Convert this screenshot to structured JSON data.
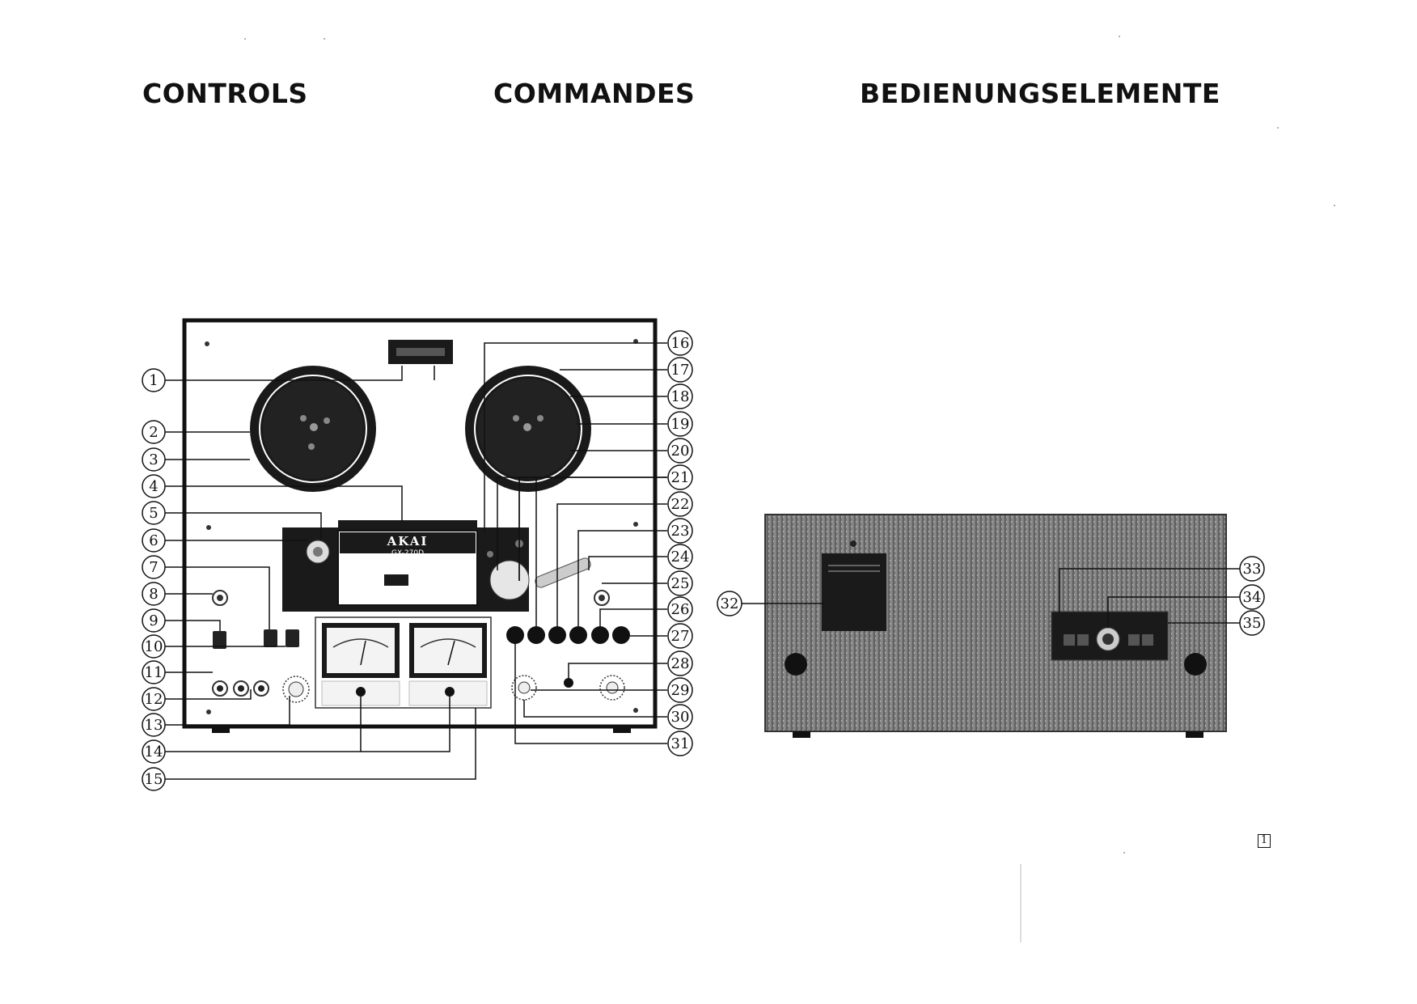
{
  "headings": {
    "en": "CONTROLS",
    "fr": "COMMANDES",
    "de": "BEDIENUNGSELEMENTE"
  },
  "deck": {
    "brand": "AKAI",
    "model": "GX-270D"
  },
  "callouts": {
    "c1": "1",
    "c2": "2",
    "c3": "3",
    "c4": "4",
    "c5": "5",
    "c6": "6",
    "c7": "7",
    "c8": "8",
    "c9": "9",
    "c10": "10",
    "c11": "11",
    "c12": "12",
    "c13": "13",
    "c14": "14",
    "c15": "15",
    "c16": "16",
    "c17": "17",
    "c18": "18",
    "c19": "19",
    "c20": "20",
    "c21": "21",
    "c22": "22",
    "c23": "23",
    "c24": "24",
    "c25": "25",
    "c26": "26",
    "c27": "27",
    "c28": "28",
    "c29": "29",
    "c30": "30",
    "c31": "31",
    "c32": "32",
    "c33": "33",
    "c34": "34",
    "c35": "35"
  },
  "page_number": "1",
  "colors": {
    "ink": "#111111",
    "panel_dark": "#1a1a1a",
    "rear_panel": "#6e6e6e"
  }
}
